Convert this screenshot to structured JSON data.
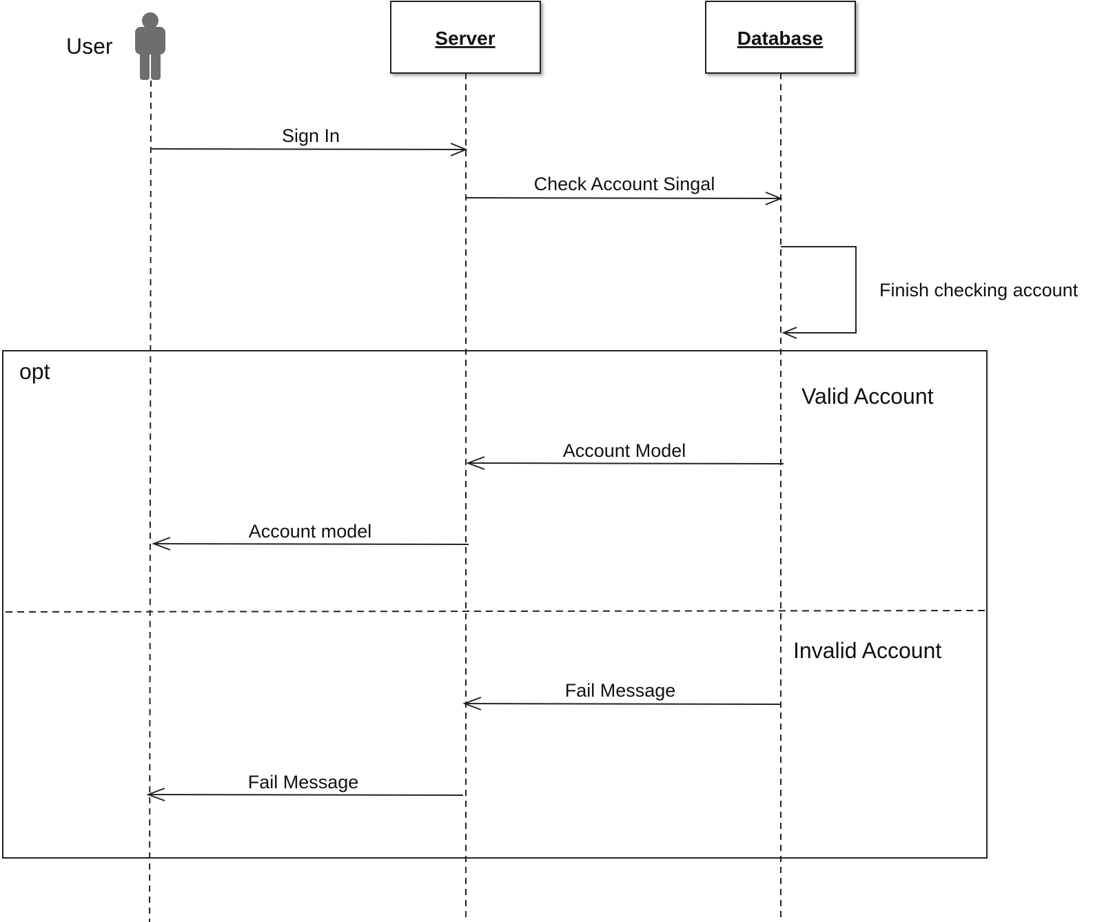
{
  "actor": {
    "label": "User",
    "icon": "person-icon"
  },
  "participants": {
    "server": "Server",
    "database": "Database"
  },
  "messages": {
    "sign_in": "Sign In",
    "check_account": "Check Account Singal",
    "finish_checking": "Finish checking account",
    "account_model_db": "Account Model",
    "account_model_server": "Account model",
    "fail_message_db": "Fail Message",
    "fail_message_server": "Fail Message"
  },
  "fragment": {
    "operator": "opt",
    "guards": {
      "valid": "Valid Account",
      "invalid": "Invalid Account"
    }
  },
  "colors": {
    "actor_fill": "#6e6e6e",
    "line": "#222222"
  }
}
